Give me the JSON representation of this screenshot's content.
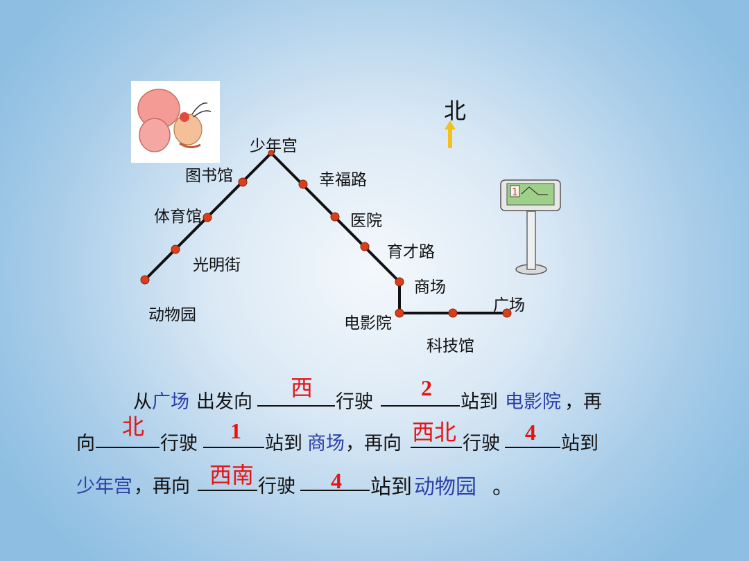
{
  "compass": {
    "north_label": "北"
  },
  "stations": {
    "shaoniangong": "少年宫",
    "tushuguan": "图书馆",
    "tiyuguan": "体育馆",
    "guangmingjie": "光明街",
    "dongwuyuan": "动物园",
    "xingfulu": "幸福路",
    "yiyuan": "医院",
    "yucailu": "育才路",
    "shangchang": "商场",
    "dianyingyuan": "电影院",
    "kejiguan": "科技馆",
    "guangchang": "广场"
  },
  "sentence": {
    "l1": [
      "从",
      "广场",
      "出发向",
      "行驶",
      "站到",
      "电影院",
      "，再"
    ],
    "l2": [
      "向",
      "行驶",
      "站到",
      "商场",
      "，再向",
      "行驶",
      "站到"
    ],
    "l3": [
      "少年宫",
      "，再向",
      "行驶",
      "站到",
      "动物园",
      "。"
    ]
  },
  "answers": {
    "a1": "西",
    "a2": "2",
    "a3": "北",
    "a4": "1",
    "a5": "西北",
    "a6": "4",
    "a7": "西南",
    "a8": "4"
  },
  "colors": {
    "route": "#111111",
    "stop": "#d8401c",
    "arrow": "#f2c21a",
    "highlight": "#2b3fa8",
    "answer": "#e41414"
  }
}
